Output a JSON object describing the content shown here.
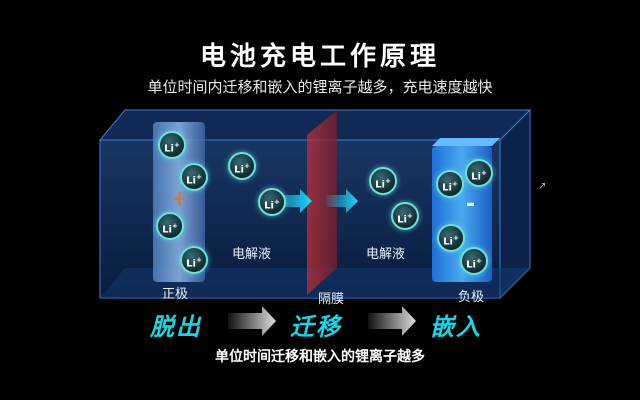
{
  "title": "电池充电工作原理",
  "subtitle": "单位时间内迁移和嵌入的锂离子越多，充电速度越快",
  "labels": {
    "electrolyte_left": "电解液",
    "electrolyte_right": "电解液",
    "positive": "正极",
    "separator": "隔膜",
    "negative": "负极",
    "plus": "+",
    "minus": "-"
  },
  "ion": {
    "text": "Li",
    "charge": "+"
  },
  "steps": {
    "step1": "脱出",
    "step2": "迁移",
    "step3": "嵌入"
  },
  "bottom_caption": "单位时间迁移和嵌入的锂离子越多",
  "colors": {
    "accent": "#19d6e6",
    "separator": "#c0303a",
    "electrode": "#4aa8f0"
  }
}
